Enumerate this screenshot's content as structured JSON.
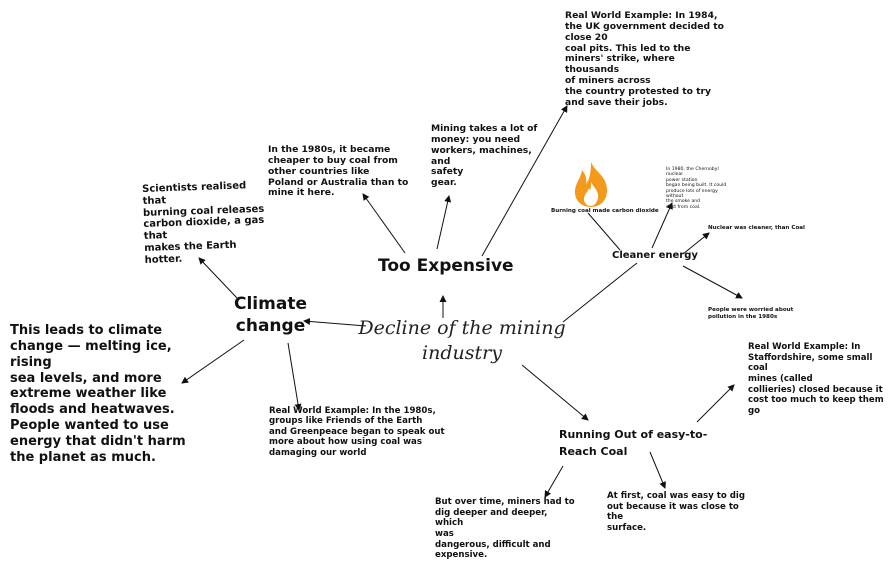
{
  "center": "Decline of the mining\nindustry",
  "branches": {
    "too_expensive": "Too Expensive",
    "climate_change": "Climate\nchange",
    "cleaner_energy": "Cleaner energy",
    "running_out": "Running Out of  easy-to-\nReach Coal"
  },
  "notes": {
    "uk_1984": "Real World Example: In 1984,\nthe UK government decided to\nclose 20\ncoal pits. This led to the\nminers' strike, where thousands\nof miners across\nthe country protested to try\nand save their jobs.",
    "mining_money": "Mining takes a lot of\nmoney: you need\nworkers, machines, and\nsafety\ngear.",
    "cheaper_coal": "In the 1980s, it became\ncheaper to buy coal from\nother countries like\nPoland or Australia than to\nmine it here.",
    "scientists": "Scientists realised that\nburning coal releases\ncarbon dioxide, a gas\nthat\nmakes the Earth hotter.",
    "climate_effects": "This leads to climate\nchange — melting ice, rising\nsea levels, and more\nextreme weather like\nfloods and heatwaves.\n People wanted to use\nenergy that didn't harm\nthe planet as much.",
    "groups_1980s": "Real World Example: In the 1980s,\ngroups like Friends of the Earth\nand Greenpeace began to speak out\nmore about how using coal was\ndamaging our world",
    "burning_coal": "Burning coal made carbon dioxide",
    "tiny_note": "In 1980, the Chernobyl nuclear\npower station\nbegan being built. It could\nproduce lots of energy without\nthe smoke and\ndust from coal.",
    "nuclear": "Nuclear was cleaner, than Coal",
    "pollution": "People were worried about\npollution in the 1980s",
    "staffordshire": "Real World Example: In\nStaffordshire, some small coal\nmines (called\ncollieries) closed because it\ncost too much to keep them go",
    "dig_deeper": "But over time, miners had to\ndig deeper and deeper, which\nwas\ndangerous, difficult and\nexpensive.",
    "easy_to_dig": "At first, coal was easy to dig\nout because it was close to the\nsurface."
  },
  "icons": {
    "fire": "fire-icon"
  },
  "colors": {
    "text": "#111111",
    "fire_outer": "#f39a1c",
    "fire_inner": "#f7b83a"
  }
}
